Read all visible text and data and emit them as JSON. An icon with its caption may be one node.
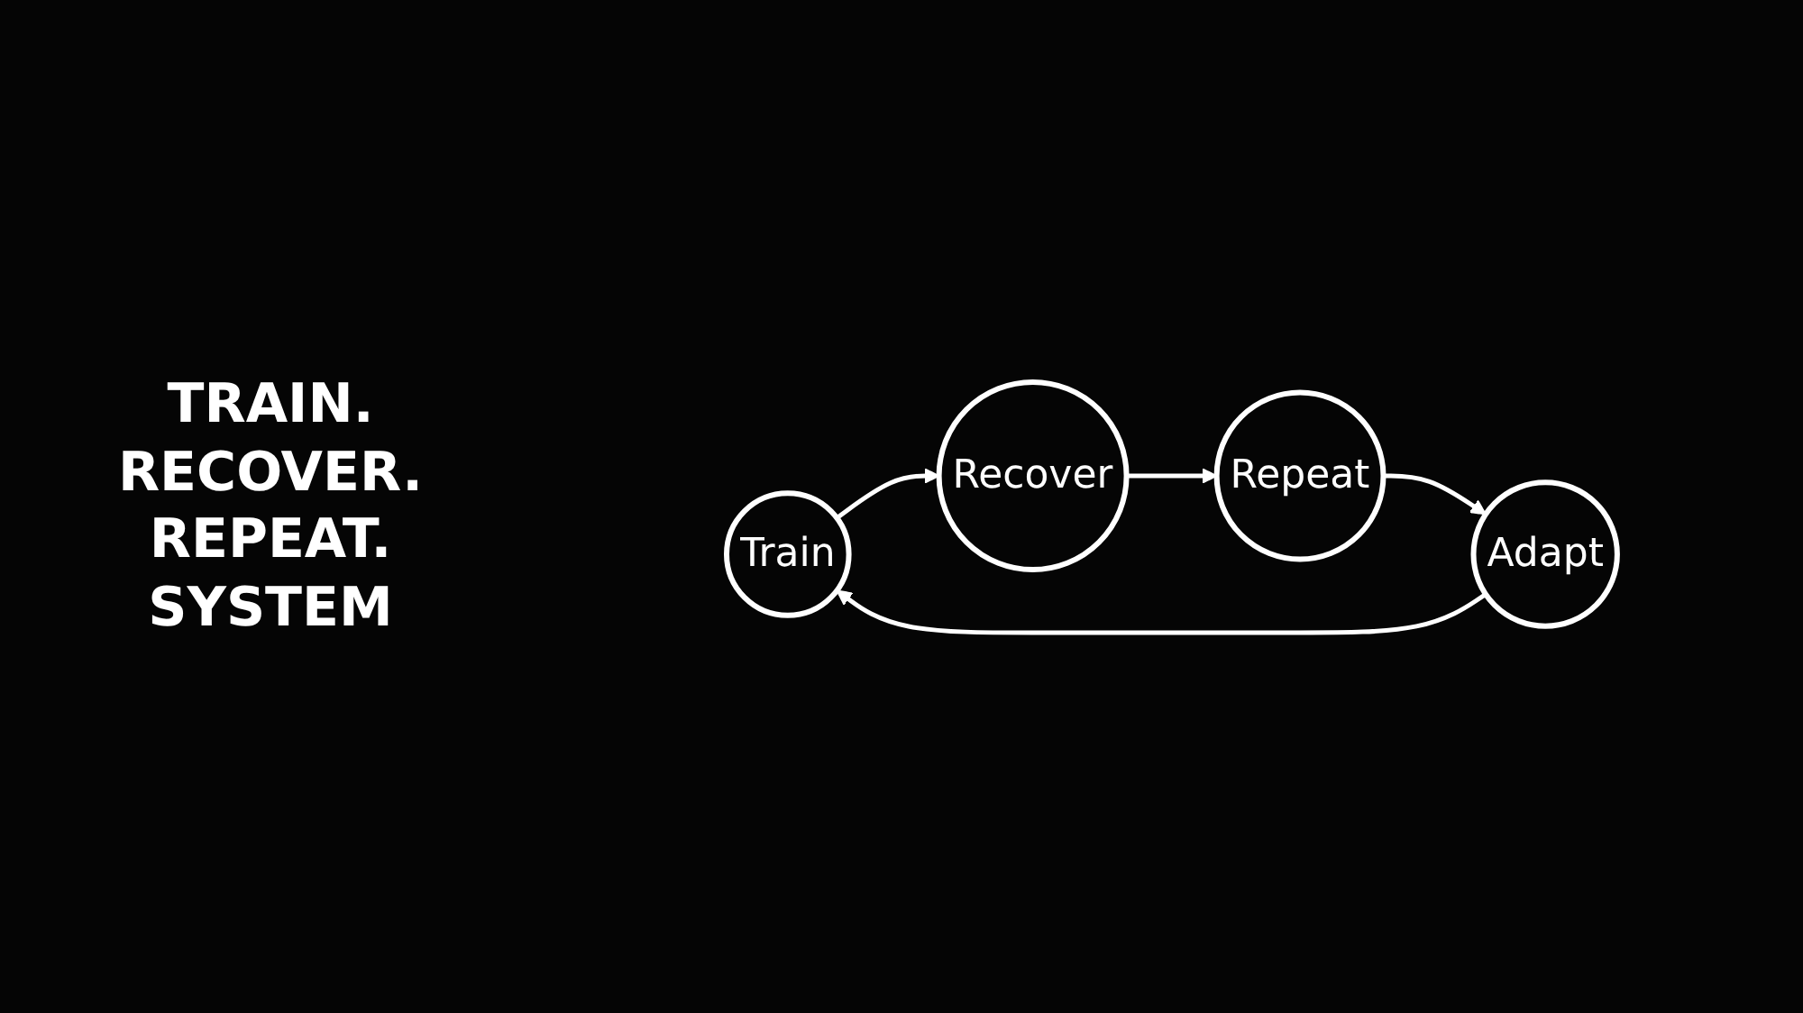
{
  "diagram": {
    "title": "TRAIN. RECOVER. REPEAT. SYSTEM",
    "nodes": [
      {
        "text": [
          "Train"
        ]
      },
      {
        "text": [
          "Recover"
        ]
      },
      {
        "text": [
          "Repeat"
        ]
      },
      {
        "text": [
          "Adapt"
        ]
      }
    ],
    "edges": [
      {
        "from": 0,
        "to": 1,
        "arrow": "to"
      },
      {
        "from": 1,
        "to": 2,
        "arrow": "to"
      },
      {
        "from": 2,
        "to": 3,
        "arrow": "to"
      },
      {
        "from": 3,
        "to": 0,
        "arrow": "to"
      }
    ]
  }
}
